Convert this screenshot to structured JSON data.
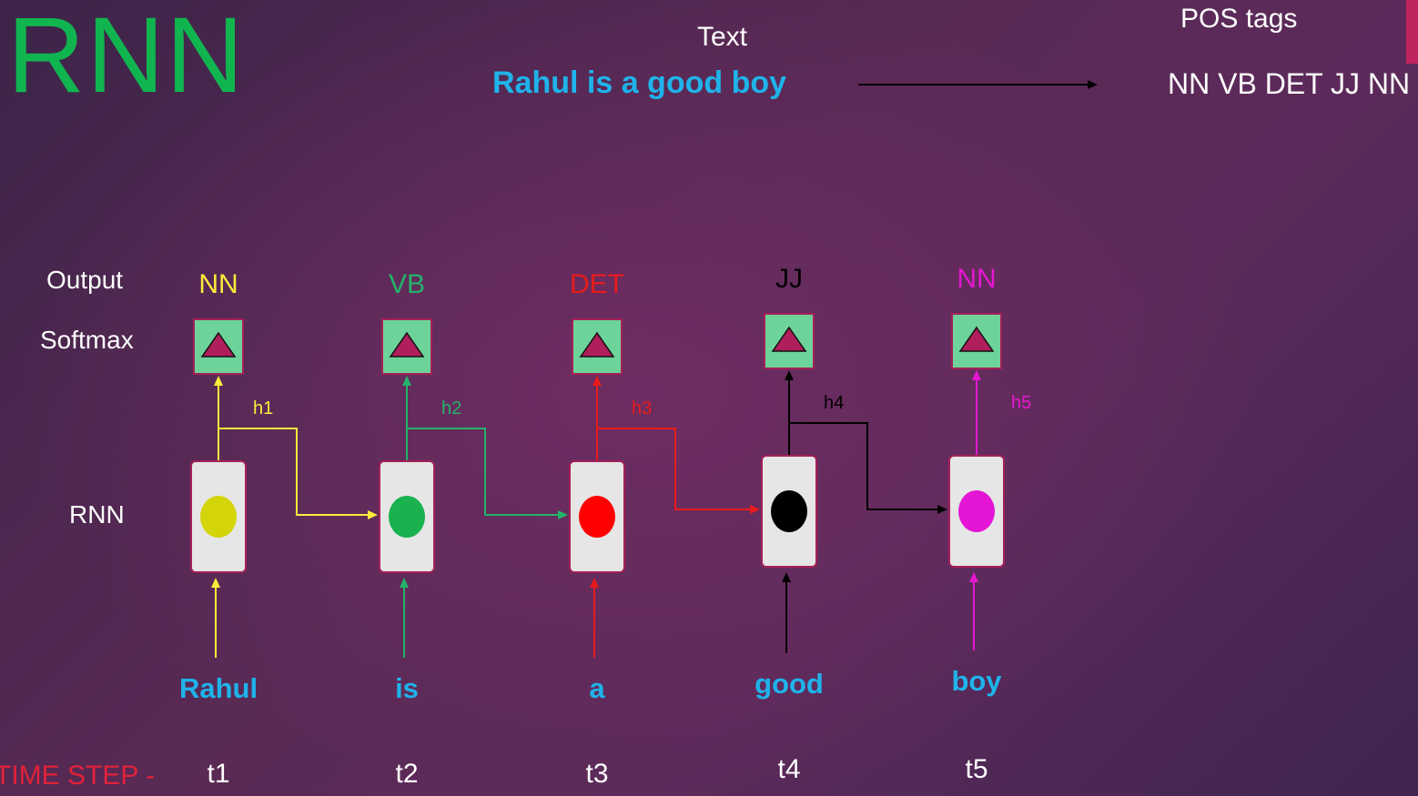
{
  "title": "RNN",
  "colors": {
    "title": "#11b550",
    "sentence": "#1fb3ea",
    "accent": "#c0245e",
    "time_step_label": "#e0223a",
    "softmax_fill": "#6ed39a",
    "triangle": "#b01e5c"
  },
  "header": {
    "text_label": "Text",
    "sentence": "Rahul is a good boy",
    "pos_label": "POS tags",
    "pos_values": "NN VB DET JJ NN"
  },
  "row_labels": {
    "output": "Output",
    "softmax": "Softmax",
    "rnn": "RNN"
  },
  "time_step_label": "TIME STEP -",
  "steps": [
    {
      "word": "Rahul",
      "output": "NN",
      "hidden": "h1",
      "time": "t1",
      "color": "#ffeb3b",
      "dot": "#d4d40a"
    },
    {
      "word": "is",
      "output": "VB",
      "hidden": "h2",
      "time": "t2",
      "color": "#24b36b",
      "dot": "#19b24e"
    },
    {
      "word": "a",
      "output": "DET",
      "hidden": "h3",
      "time": "t3",
      "color": "#e81b1b",
      "dot": "#ff0000"
    },
    {
      "word": "good",
      "output": "JJ",
      "hidden": "h4",
      "time": "t4",
      "color": "#000000",
      "dot": "#000000"
    },
    {
      "word": "boy",
      "output": "NN",
      "hidden": "h5",
      "time": "t5",
      "color": "#e517d0",
      "dot": "#e515d5"
    }
  ]
}
